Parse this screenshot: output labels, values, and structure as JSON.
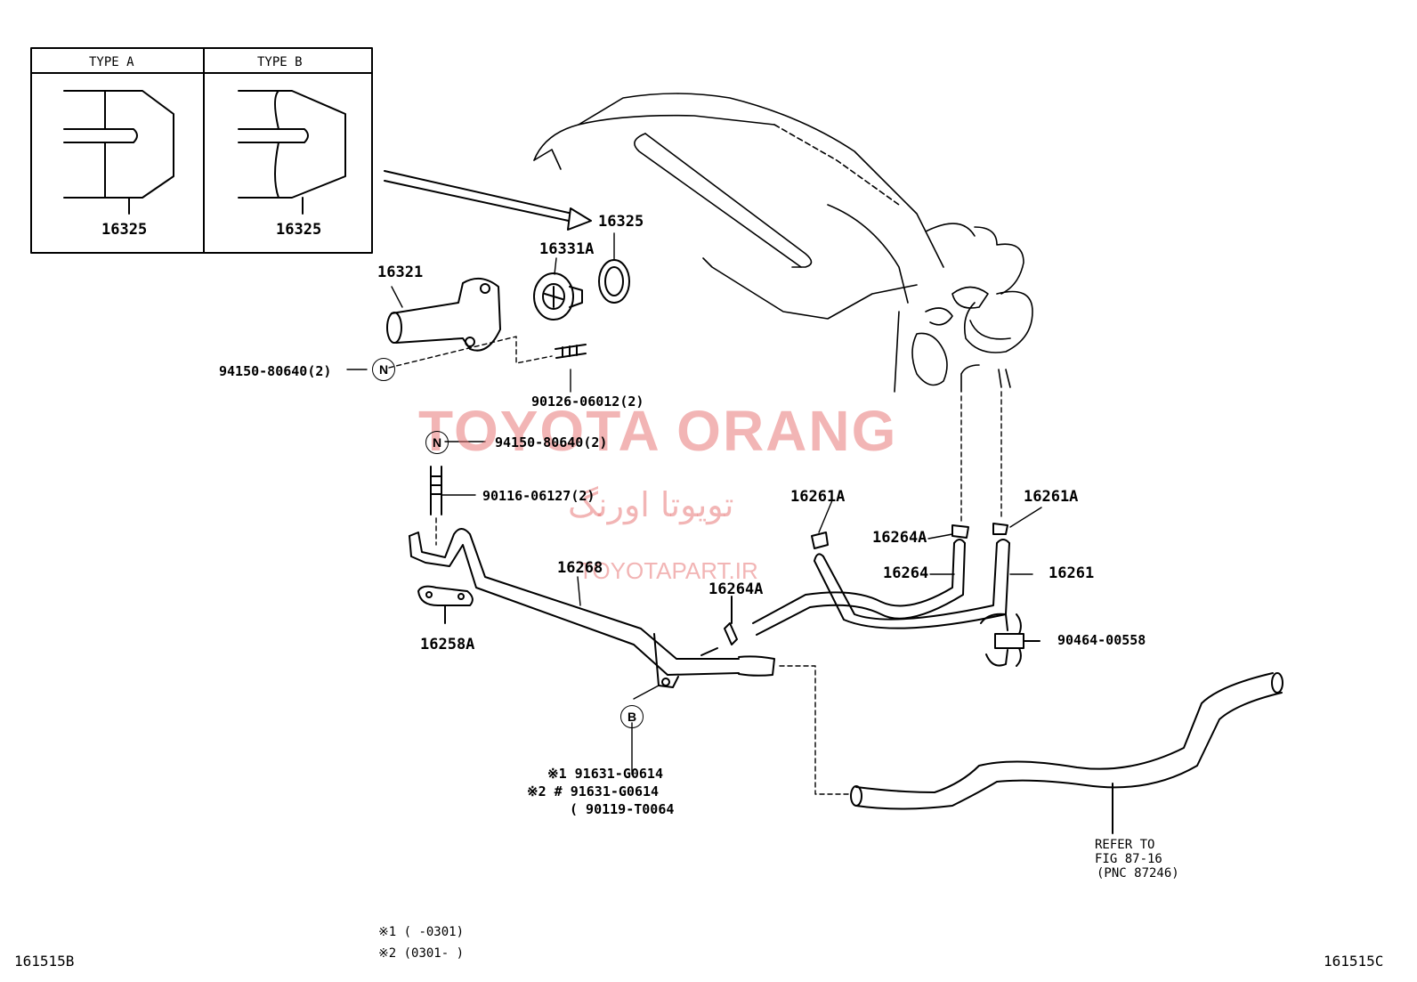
{
  "inset": {
    "type_a": "TYPE A",
    "type_b": "TYPE B",
    "part_a": "16325",
    "part_b": "16325"
  },
  "watermark": {
    "line1": "TOYOTA ORANG",
    "line2": "تویوتا اورنگ",
    "line3": "TOYOTAPART.IR"
  },
  "labels": {
    "p16325": "16325",
    "p16331A": "16331A",
    "p16321": "16321",
    "b94150_top": "94150-80640(2)",
    "b90126": "90126-06012(2)",
    "b94150_mid": "94150-80640(2)",
    "b90116": "90116-06127(2)",
    "p16268": "16268",
    "p16258A": "16258A",
    "p16264A_low": "16264A",
    "p16261A_left": "16261A",
    "p16261A_right": "16261A",
    "p16264A_right": "16264A",
    "p16264": "16264",
    "p16261": "16261",
    "c90464": "90464-00558",
    "note1": "※1 91631-G0614",
    "note2": "※2 # 91631-G0614",
    "note3": "( 90119-T0064",
    "refer1": "REFER TO",
    "refer2": "FIG 87-16",
    "refer3": "(PNC 87246)",
    "leg1": "※1 (     -0301)",
    "leg2": "※2 (0301-     )",
    "corner_left": "161515B",
    "corner_right": "161515C"
  },
  "symbols": {
    "n_top": "N",
    "n_mid": "N",
    "b": "B"
  }
}
